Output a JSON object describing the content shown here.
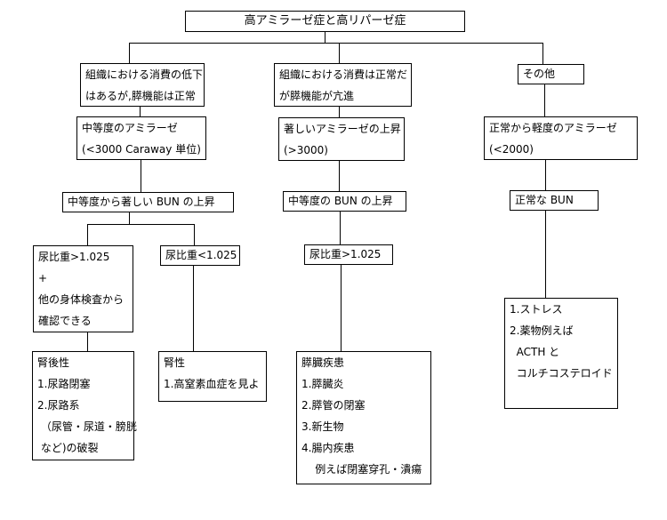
{
  "page": {
    "background_color": "#ffffff",
    "line_color": "#000000",
    "text_color": "#000000"
  },
  "diagram": {
    "title": "高アミラーゼ症と高リパーゼ症",
    "nodes": {
      "root": {
        "lines": [
          "高アミラーゼ症と高リパーゼ症"
        ]
      },
      "left_cause": {
        "lines": [
          "組織における消費の低下",
          "はあるが,膵機能は正常"
        ]
      },
      "mid_cause": {
        "lines": [
          "組織における消費は正常だ",
          "が膵機能が亢進"
        ]
      },
      "right_cause": {
        "lines": [
          "その他"
        ]
      },
      "left_amylase": {
        "lines": [
          "中等度のアミラーゼ",
          "(<3000 Caraway 単位)"
        ]
      },
      "mid_amylase": {
        "lines": [
          "著しいアミラーゼの上昇",
          "(>3000)"
        ]
      },
      "right_amylase": {
        "lines": [
          "正常から軽度のアミラーゼ",
          "(<2000)"
        ]
      },
      "left_bun": {
        "lines": [
          "中等度から著しい BUN の上昇"
        ]
      },
      "mid_bun": {
        "lines": [
          "中等度の BUN の上昇"
        ]
      },
      "right_bun": {
        "lines": [
          "正常な BUN"
        ]
      },
      "left_sg_high": {
        "lines": [
          "尿比重>1.025",
          "+",
          "他の身体検査から",
          "確認できる"
        ]
      },
      "left_sg_low": {
        "lines": [
          "尿比重<1.025"
        ]
      },
      "mid_sg": {
        "lines": [
          "尿比重>1.025"
        ]
      },
      "postrenal": {
        "lines": [
          "腎後性",
          "1.尿路閉塞",
          "2.尿路系",
          " （尿管・尿道・膀胱",
          " など)の破裂"
        ]
      },
      "renal": {
        "lines": [
          "腎性",
          "1.高窒素血症を見よ"
        ]
      },
      "pancreatic": {
        "lines": [
          "膵臓疾患",
          "1.膵臓炎",
          "2.膵管の閉塞",
          "3.新生物",
          "4.腸内疾患",
          "    例えば閉塞穿孔・潰瘍"
        ]
      },
      "other_causes": {
        "lines": [
          "1.ストレス",
          "2.薬物例えば",
          "  ACTH と",
          "  コルチコステロイド"
        ]
      }
    }
  }
}
